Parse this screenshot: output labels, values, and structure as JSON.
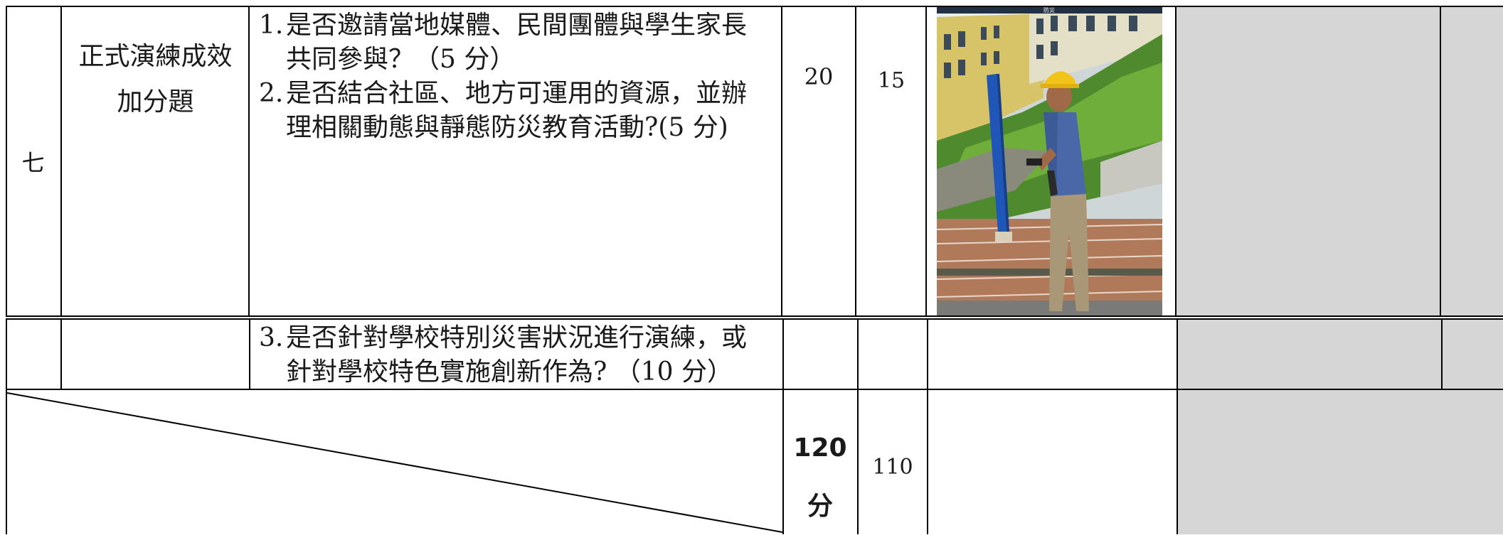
{
  "rows": [
    {
      "index": "七",
      "title": "正式演練成效加分題",
      "items": [
        {
          "num": "1.",
          "text_line1": "是否邀請當地媒體、民間團體與學生家長",
          "text_line2": "共同參與？（5 分）"
        },
        {
          "num": "2.",
          "text_line1": "是否結合社區、地方可運用的資源，並辦",
          "text_line2": "理相關動態與靜態防災教育活動?(5 分)"
        }
      ],
      "max_score": "20",
      "score": "15",
      "photo_caption": "防災"
    },
    {
      "items": [
        {
          "num": "3.",
          "text_line1": "是否針對學校特別災害狀況進行演練，或",
          "text_line2": "針對學校特色實施創新作為? （10 分）"
        }
      ]
    }
  ],
  "total": {
    "max_score_line1": "120",
    "max_score_line2": "分",
    "score": "110"
  },
  "colors": {
    "grid": "#000000",
    "gray_cell": "#d6d6d6",
    "helmet": "#f2c318",
    "pole": "#1f56b8"
  }
}
